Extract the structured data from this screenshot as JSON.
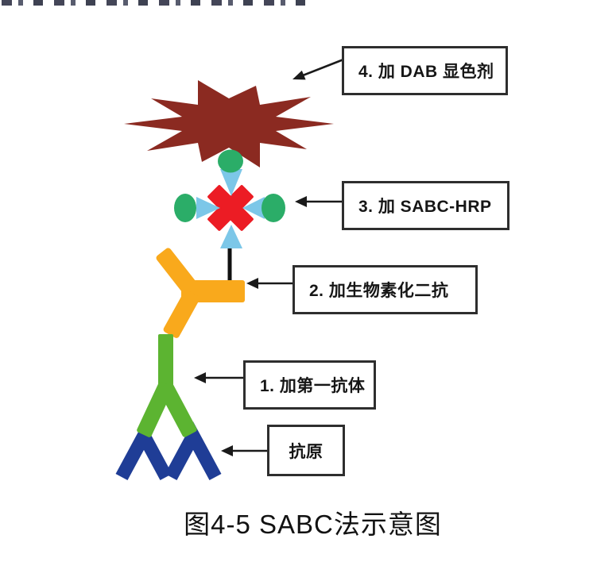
{
  "figure": {
    "caption": "图4-5 SABC法示意图"
  },
  "callouts": {
    "dab": "4. 加 DAB 显色剂",
    "sabc_hrp": "3. 加 SABC-HRP",
    "biotin_secondary": "2. 加生物素化二抗",
    "primary_antibody": "1. 加第一抗体",
    "antigen": "抗原"
  },
  "colors": {
    "dab_burst": "#8B2A21",
    "avidin_cross": "#EC1C24",
    "enzyme_green": "#2BAD68",
    "biotin_blue": "#7CC7E8",
    "secondary_antibody_orange": "#F9A91C",
    "primary_antibody_green": "#5CB431",
    "antigen_blue": "#1F3D96",
    "arrow_black": "#1a1a1a",
    "linker_black": "#111111"
  }
}
